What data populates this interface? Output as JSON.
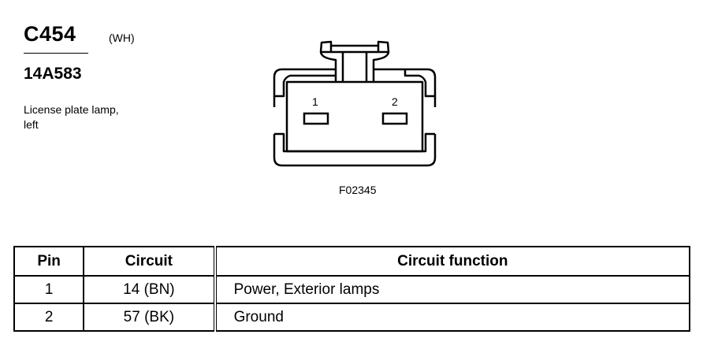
{
  "header": {
    "connector_id": "C454",
    "connector_color": "(WH)",
    "part_number": "14A583",
    "description_line1": "License plate lamp,",
    "description_line2": "left"
  },
  "diagram": {
    "pin_labels": [
      "1",
      "2"
    ],
    "figure_id": "F02345"
  },
  "table": {
    "headers": [
      "Pin",
      "Circuit",
      "Circuit function"
    ],
    "rows": [
      {
        "pin": "1",
        "circuit": "14 (BN)",
        "function": "Power, Exterior lamps"
      },
      {
        "pin": "2",
        "circuit": "57 (BK)",
        "function": "Ground"
      }
    ]
  }
}
